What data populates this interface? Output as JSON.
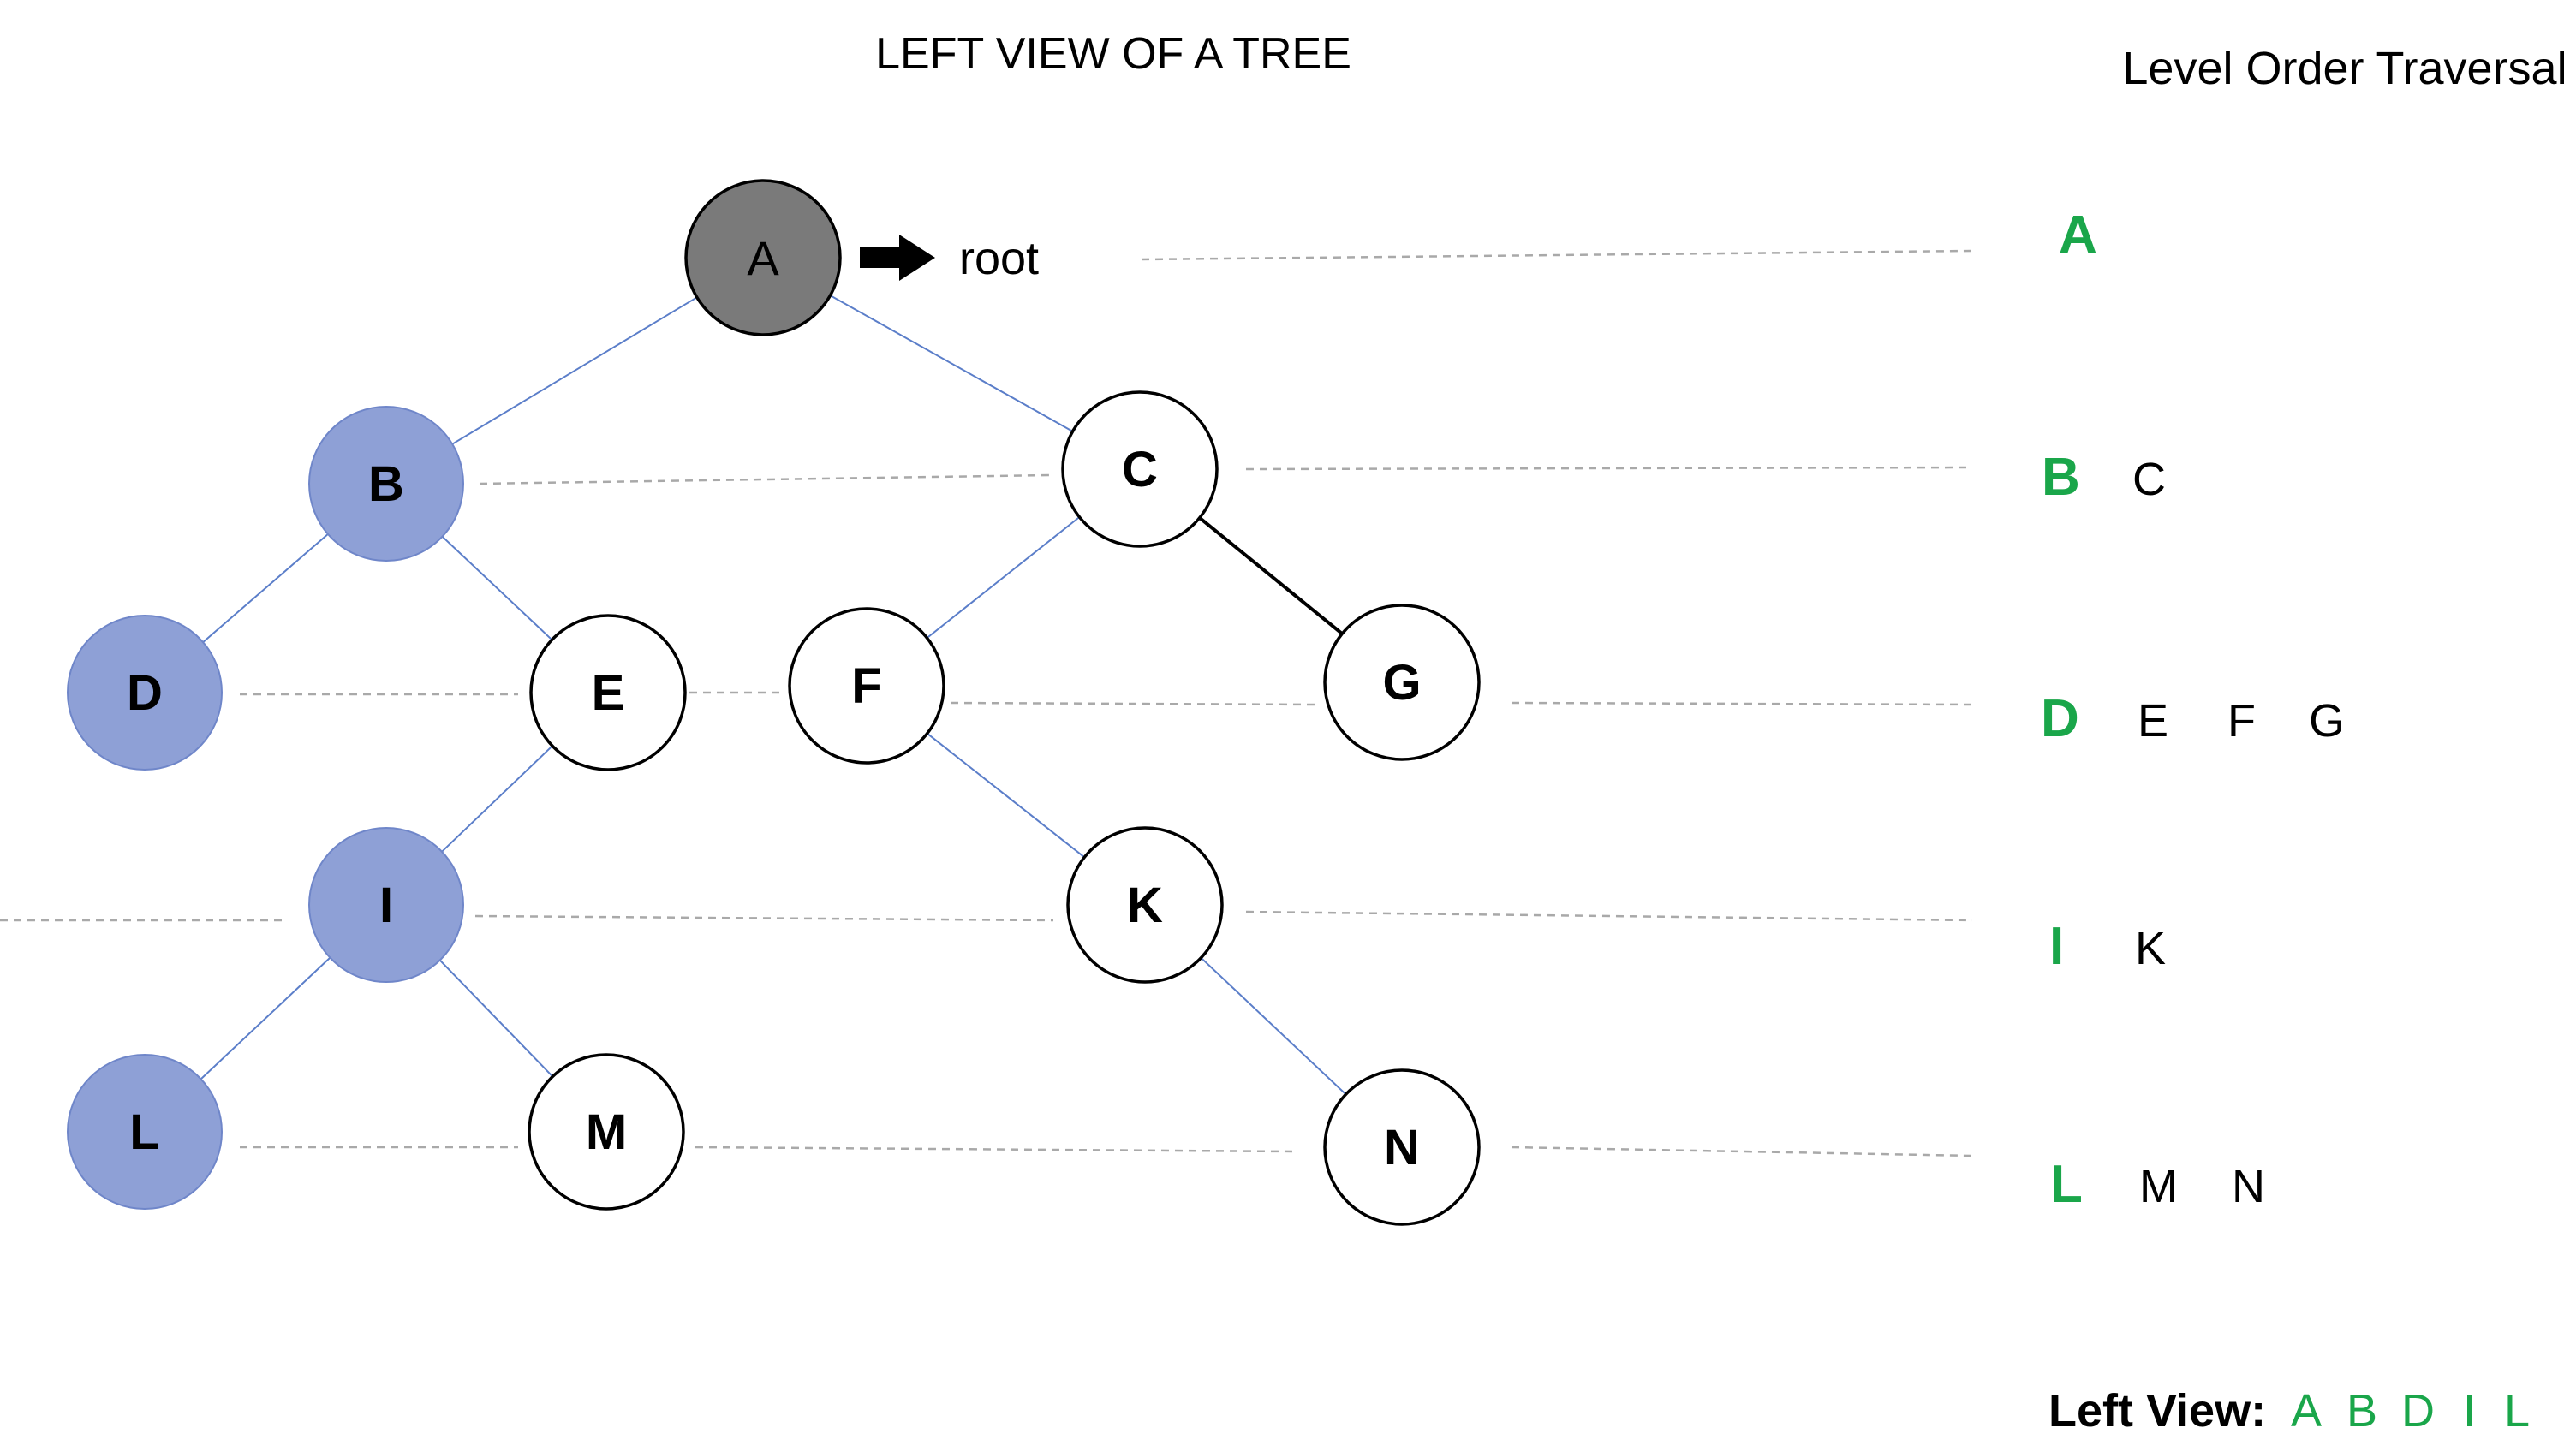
{
  "title": "LEFT VIEW OF A TREE",
  "traversal_heading": "Level Order Traversal",
  "root_label": "root",
  "colors": {
    "root_fill": "#7a7a7a",
    "left_view_fill": "#8ea0d6",
    "plain_fill": "#ffffff",
    "edge": "#5b7ec9",
    "emphasis_edge": "#000000",
    "guide_line": "#a9a9a9",
    "accent_green": "#1aa64a",
    "text": "#000000"
  },
  "nodes": [
    {
      "id": "A",
      "label": "A",
      "role": "root"
    },
    {
      "id": "B",
      "label": "B",
      "role": "left-view"
    },
    {
      "id": "C",
      "label": "C",
      "role": "plain"
    },
    {
      "id": "D",
      "label": "D",
      "role": "left-view"
    },
    {
      "id": "E",
      "label": "E",
      "role": "plain"
    },
    {
      "id": "F",
      "label": "F",
      "role": "plain"
    },
    {
      "id": "G",
      "label": "G",
      "role": "plain"
    },
    {
      "id": "I",
      "label": "I",
      "role": "left-view"
    },
    {
      "id": "K",
      "label": "K",
      "role": "plain"
    },
    {
      "id": "L",
      "label": "L",
      "role": "left-view"
    },
    {
      "id": "M",
      "label": "M",
      "role": "plain"
    },
    {
      "id": "N",
      "label": "N",
      "role": "plain"
    }
  ],
  "edges": [
    {
      "from": "A",
      "to": "B",
      "style": "normal"
    },
    {
      "from": "A",
      "to": "C",
      "style": "normal"
    },
    {
      "from": "B",
      "to": "D",
      "style": "normal"
    },
    {
      "from": "B",
      "to": "E",
      "style": "normal"
    },
    {
      "from": "C",
      "to": "F",
      "style": "normal"
    },
    {
      "from": "C",
      "to": "G",
      "style": "emphasis"
    },
    {
      "from": "E",
      "to": "I",
      "style": "normal"
    },
    {
      "from": "F",
      "to": "K",
      "style": "normal"
    },
    {
      "from": "I",
      "to": "L",
      "style": "normal"
    },
    {
      "from": "I",
      "to": "M",
      "style": "normal"
    },
    {
      "from": "K",
      "to": "N",
      "style": "normal"
    }
  ],
  "levels": [
    {
      "first": "A",
      "rest": []
    },
    {
      "first": "B",
      "rest": [
        "C"
      ]
    },
    {
      "first": "D",
      "rest": [
        "E",
        "F",
        "G"
      ]
    },
    {
      "first": "I",
      "rest": [
        "K"
      ]
    },
    {
      "first": "L",
      "rest": [
        "M",
        "N"
      ]
    }
  ],
  "left_view": {
    "label": "Left View:",
    "values": [
      "A",
      "B",
      "D",
      "I",
      "L"
    ]
  }
}
